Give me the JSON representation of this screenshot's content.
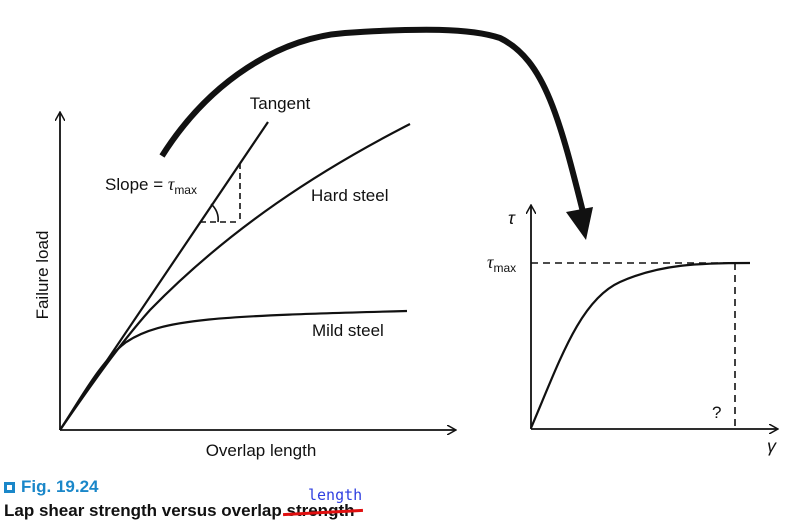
{
  "left_plot": {
    "y_axis_label": "Failure load",
    "x_axis_label": "Overlap length",
    "tangent_label": "Tangent",
    "slope_label_prefix": "Slope = ",
    "slope_label_symbol": "τ",
    "slope_label_subscript": "max",
    "hard_steel_label": "Hard steel",
    "mild_steel_label": "Mild steel"
  },
  "right_plot": {
    "y_axis_label": "τ",
    "x_axis_label": "γ",
    "tau_max_symbol": "τ",
    "tau_max_subscript": "max",
    "question_label": "?"
  },
  "caption": {
    "figure_number": "Fig. 19.24",
    "title_prefix": "Lap shear strength versus overlap ",
    "struck_word": "strength",
    "handwritten_correction": "length"
  },
  "colors": {
    "ink": "#111111",
    "figure_blue": "#1a87c9",
    "strike_red": "#e01010",
    "annotation_blue": "#2f3fe0"
  }
}
